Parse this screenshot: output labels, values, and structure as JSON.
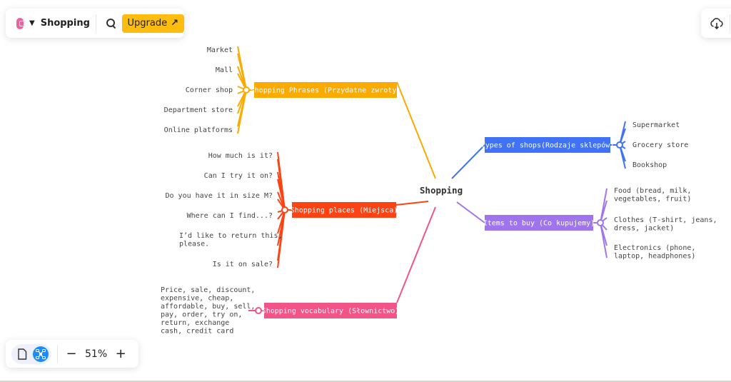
{
  "header": {
    "app_icon": "app-logo-icon",
    "title": "Shopping",
    "upgrade_label": "Upgrade",
    "upgrade_arrow": "↗"
  },
  "top_right": {
    "icon": "cloud-download-icon"
  },
  "zoom_bar": {
    "zoom_level": "51%",
    "minus": "−",
    "plus": "+"
  },
  "colors": {
    "phrases": "#fbab00",
    "places": "#fb4314",
    "vocabulary": "#f25488",
    "types": "#4171f5",
    "items": "#a074ec",
    "upgrade": "#fcbd0e",
    "active_view": "#1a8cff"
  },
  "mindmap": {
    "root": "Shopping",
    "branches": [
      {
        "id": "phrases",
        "label": "Shopping Phrases (Przydatne zwroty)",
        "children": [
          "Market",
          "Mall",
          "Corner shop",
          "Department store",
          "Online platforms"
        ]
      },
      {
        "id": "places",
        "label": "Shopping places (Miejsca)",
        "children": [
          "How much is it?",
          "Can I try it on?",
          "Do you have it in size M?",
          "Where can I find...?",
          "I’d like to return this,|please.",
          "Is it on sale?"
        ]
      },
      {
        "id": "vocabulary",
        "label": "Shopping vocabulary (Słownictwo)",
        "children": [
          "Price, sale, discount,|expensive, cheap,|affordable, buy, sell,|pay, order, try on,|return, exchange|cash, credit card"
        ]
      },
      {
        "id": "types",
        "label": "Types of shops(Rodzaje sklepów)",
        "children": [
          "Supermarket",
          "Grocery store",
          "Bookshop"
        ]
      },
      {
        "id": "items",
        "label": "Items to buy (Co kupujemy)",
        "children": [
          "Food (bread, milk,|vegetables, fruit)",
          "Clothes (T-shirt, jeans,|dress, jacket)",
          "Electronics (phone,|laptop, headphones)"
        ]
      }
    ]
  }
}
